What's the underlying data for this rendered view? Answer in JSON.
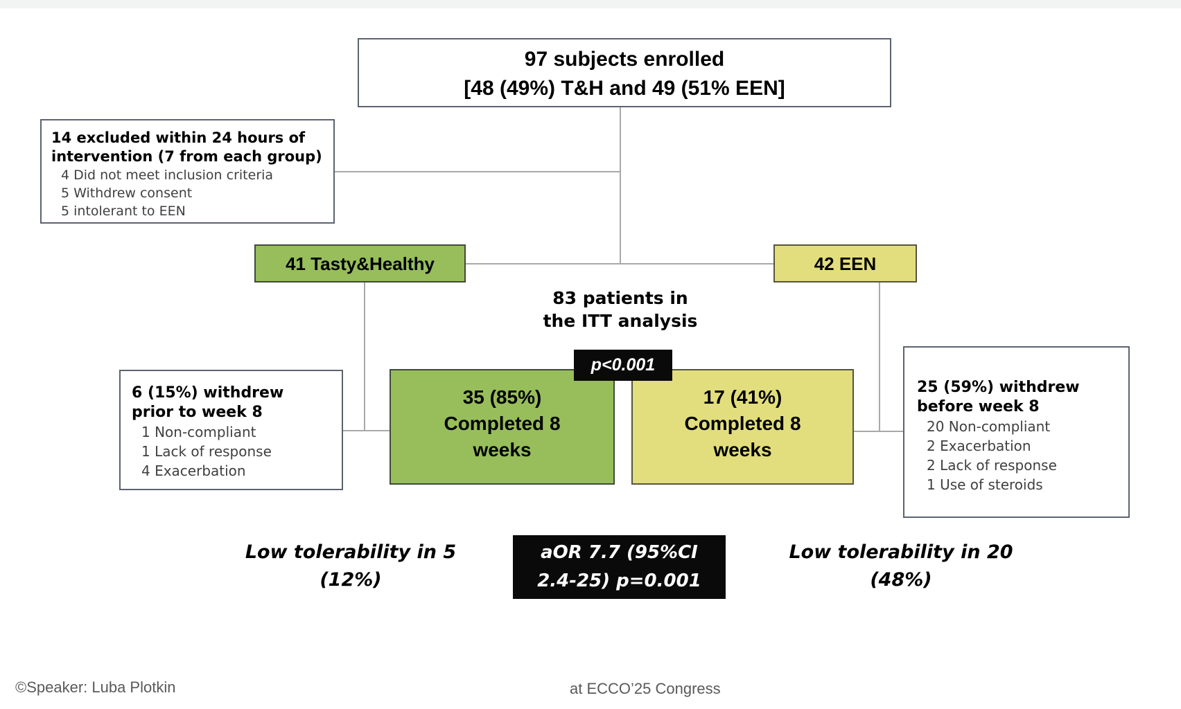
{
  "page": {
    "background": "#ffffff",
    "top_strip_color": "#f2f3f3"
  },
  "colors": {
    "arm_green": "#97BE5B",
    "arm_yellow": "#E2DE7D",
    "stat_label_bg": "#0a0a0a",
    "connector": "#a8a8a8",
    "secondary_text": "#3f3f3f",
    "footer_text": "#595959"
  },
  "flowchart": {
    "enrolled": {
      "line1": "97 subjects enrolled",
      "line2": "[48 (49%) T&H and 49 (51% EEN]"
    },
    "excluded": {
      "title_line1": "14 excluded within 24 hours of",
      "title_line2": "intervention (7 from each group)",
      "items": [
        "4 Did not meet inclusion criteria",
        "5 Withdrew consent",
        "5 intolerant to EEN"
      ]
    },
    "arm_th": {
      "label": "41 Tasty&Healthy"
    },
    "arm_een": {
      "label": "42 EEN"
    },
    "itt": {
      "line1": "83 patients in",
      "line2": "the ITT analysis"
    },
    "p_value": {
      "label": "p<0.001"
    },
    "withdrew_th": {
      "title_line1": "6 (15%) withdrew",
      "title_line2": "prior to week 8",
      "items": [
        "1 Non-compliant",
        "1 Lack of response",
        "4 Exacerbation"
      ]
    },
    "completed_th": {
      "line1": "35 (85%)",
      "line2": "Completed 8",
      "line3": "weeks"
    },
    "completed_een": {
      "line1": "17 (41%)",
      "line2": "Completed 8",
      "line3": "weeks"
    },
    "withdrew_een": {
      "title_line1": "25 (59%) withdrew",
      "title_line2": "before week 8",
      "items": [
        "20 Non-compliant",
        "2 Exacerbation",
        "2 Lack of response",
        "1 Use of steroids"
      ]
    },
    "tolerability_th": {
      "line1": "Low tolerability in 5",
      "line2": "(12%)"
    },
    "aor": {
      "line1": "aOR 7.7 (95%CI",
      "line2": "2.4-25) p=0.001"
    },
    "tolerability_een": {
      "line1": "Low tolerability in 20",
      "line2": "(48%)"
    }
  },
  "footer": {
    "speaker": "©Speaker: Luba Plotkin",
    "congress": "at ECCO’25 Congress"
  }
}
